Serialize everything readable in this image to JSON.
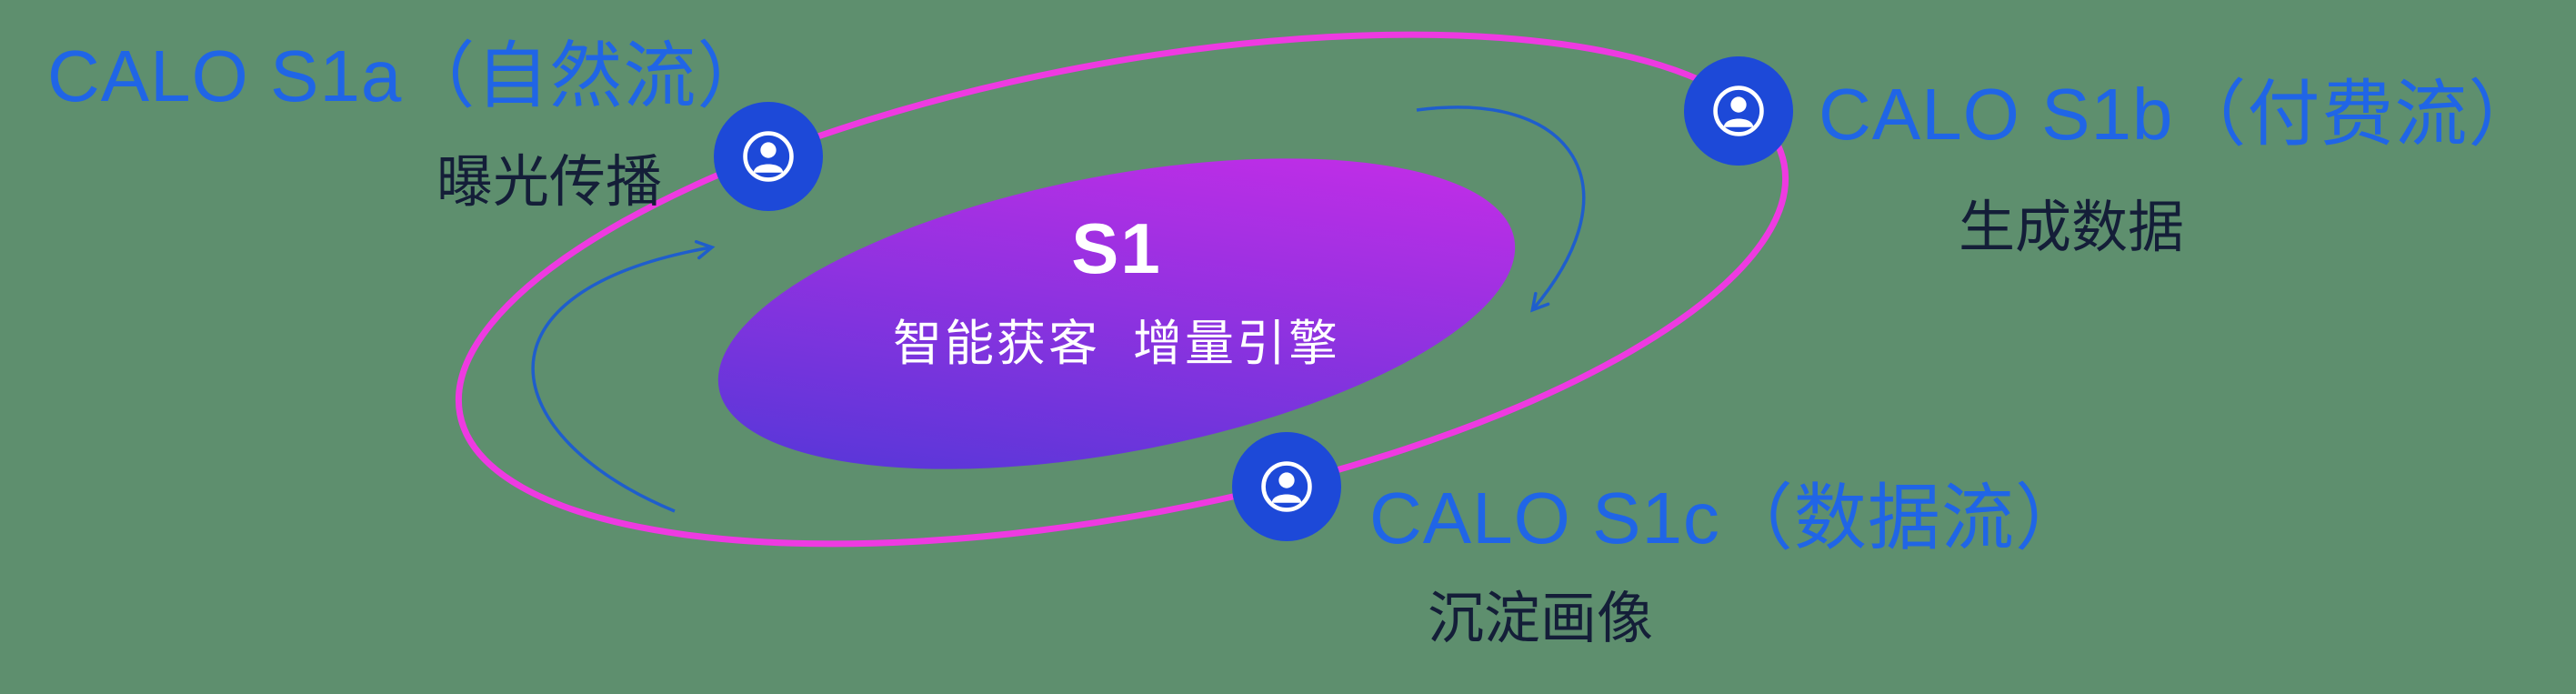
{
  "diagram": {
    "background_color": "#5e8f6e",
    "ring_color": "#ee3ae1",
    "node_color": "#1d49d8",
    "arrow_color": "#1f5ecc",
    "label_blue_color": "#2065e6",
    "label_dark_color": "#141e38",
    "center": {
      "title": "S1",
      "subtitle": "智能获客  增量引擎",
      "gradient_start": "#4838d6",
      "gradient_end": "#d22ce9"
    },
    "nodes": [
      {
        "id": "s1a",
        "title": "CALO S1a（自然流）",
        "subtitle": "曝光传播",
        "icon": "user-icon"
      },
      {
        "id": "s1b",
        "title": "CALO S1b（付费流）",
        "subtitle": "生成数据",
        "icon": "user-icon"
      },
      {
        "id": "s1c",
        "title": "CALO S1c（数据流）",
        "subtitle": "沉淀画像",
        "icon": "user-icon"
      }
    ]
  }
}
